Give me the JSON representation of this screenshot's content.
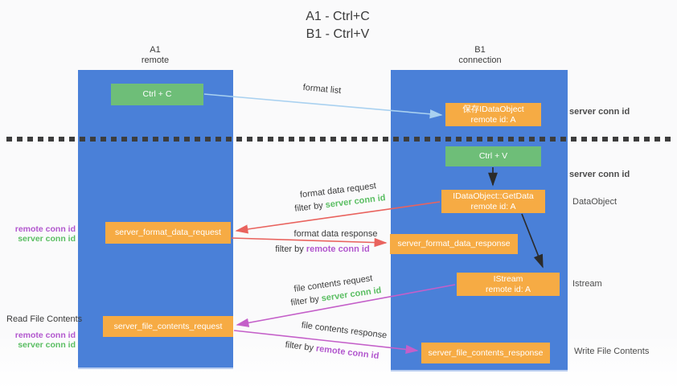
{
  "title": {
    "line1": "A1 - Ctrl+C",
    "line2": "B1 - Ctrl+V"
  },
  "lanes": {
    "left": {
      "name": "A1",
      "subtitle": "remote"
    },
    "right": {
      "name": "B1",
      "subtitle": "connection"
    }
  },
  "nodes": {
    "ctrl_c": "Ctrl + C",
    "ctrl_v": "Ctrl + V",
    "save_idataobject": {
      "line1": "保存IDataObject",
      "line2": "remote id: A"
    },
    "getdata": {
      "line1": "IDataObject::GetData",
      "line2": "remote id: A"
    },
    "istream": {
      "line1": "IStream",
      "line2": "remote id: A"
    },
    "server_format_data_request": "server_format_data_request",
    "server_format_data_response": "server_format_data_response",
    "server_file_contents_request": "server_file_contents_request",
    "server_file_contents_response": "server_file_contents_response"
  },
  "edge_labels": {
    "format_list": "format list",
    "format_data_request": "format data request",
    "format_data_response": "format data response",
    "file_contents_request": "file contents request",
    "file_contents_response": "file contents response",
    "filter_by": "filter by ",
    "server_conn_id": "server conn id",
    "remote_conn_id": "remote conn id"
  },
  "side_labels": {
    "right_server_conn_id_top": "server conn id",
    "right_server_conn_id_mid": "server conn id",
    "dataobject": "DataObject",
    "istream": "Istream",
    "write_file_contents": "Write File Contents",
    "read_file_contents": "Read File Contents",
    "left_remote_conn_id_1": "remote conn id",
    "left_server_conn_id_1": "server conn id",
    "left_remote_conn_id_2": "remote conn id",
    "left_server_conn_id_2": "server conn id"
  },
  "colors": {
    "lane_blue": "#4a80d8",
    "node_green": "#6ebe78",
    "node_orange": "#f6ab44",
    "arrow_light_blue": "#a9d1f0",
    "arrow_red": "#e9635e",
    "arrow_magenta": "#c45fc9",
    "arrow_black": "#2b2b2b",
    "id_green": "#5abe62",
    "id_purple": "#b257ce",
    "text_dark": "#3b3b3b"
  }
}
